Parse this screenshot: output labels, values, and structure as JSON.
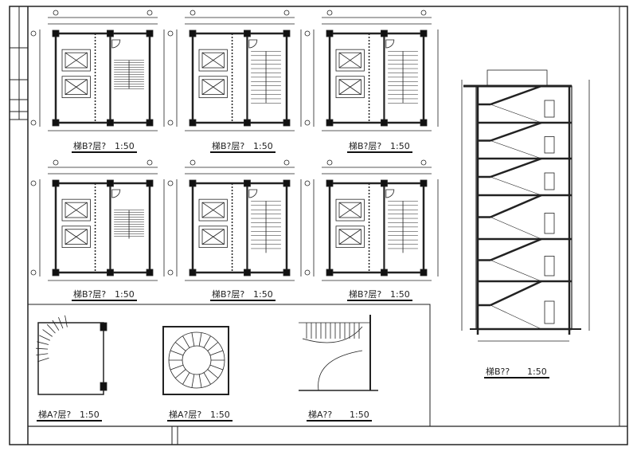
{
  "plans_row1": [
    {
      "title": "梯B?层?",
      "scale": "1:50"
    },
    {
      "title": "梯B?层?",
      "scale": "1:50"
    },
    {
      "title": "梯B?层?",
      "scale": "1:50"
    }
  ],
  "plans_row2": [
    {
      "title": "梯B?层?",
      "scale": "1:50"
    },
    {
      "title": "梯B?层?",
      "scale": "1:50"
    },
    {
      "title": "梯B?层?",
      "scale": "1:50"
    }
  ],
  "stair_a": [
    {
      "title": "梯A?层?",
      "scale": "1:50"
    },
    {
      "title": "梯A?层?",
      "scale": "1:50"
    },
    {
      "title": "梯A??",
      "scale": "1:50"
    }
  ],
  "section": {
    "title": "梯B??",
    "scale": "1:50"
  }
}
